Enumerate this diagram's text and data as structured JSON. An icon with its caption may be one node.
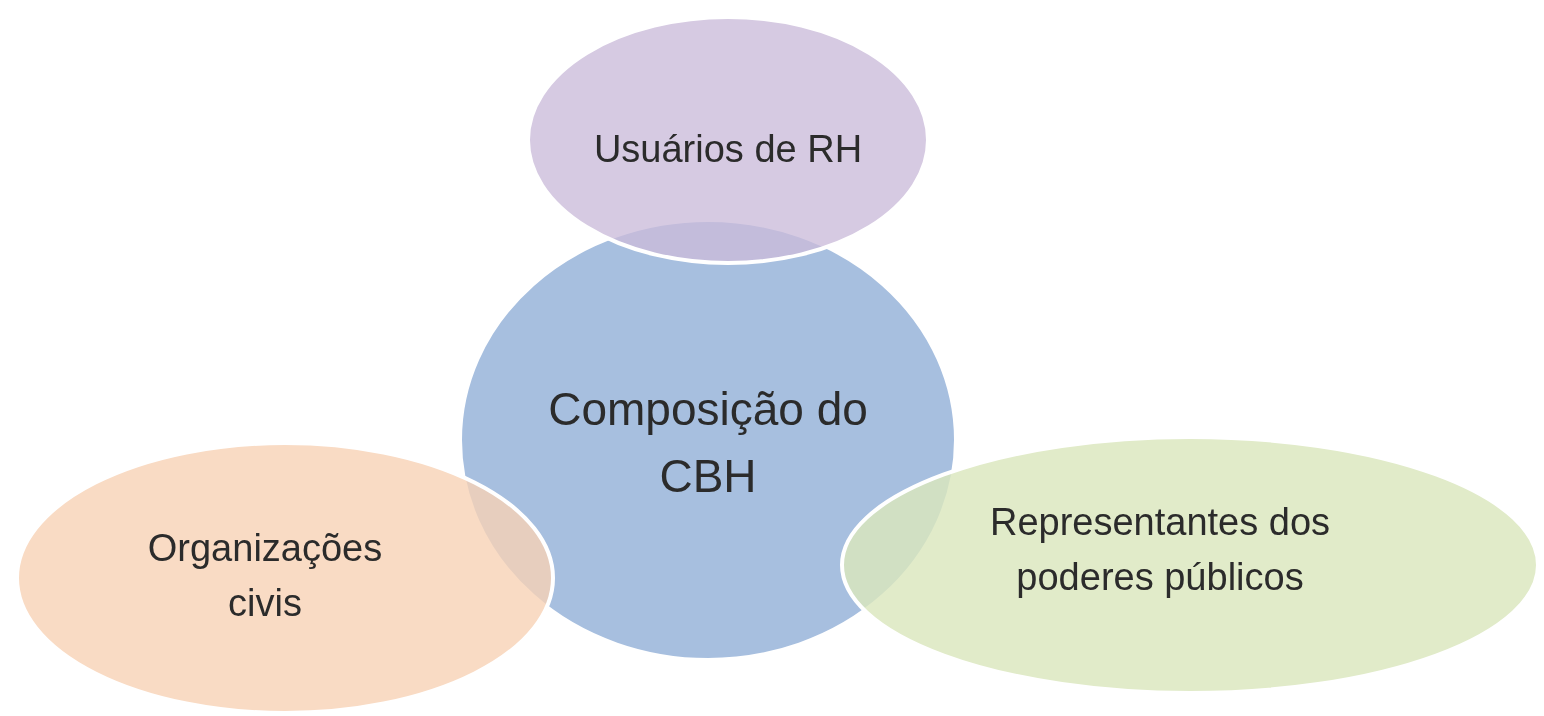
{
  "diagram": {
    "nodes": [
      {
        "text": [
          "Usuários de RH"
        ]
      },
      {
        "text": [
          "Composição do CBH"
        ]
      },
      {
        "text": [
          "Organizações civis"
        ]
      },
      {
        "text": [
          "Representantes dos poderes públicos"
        ]
      }
    ]
  }
}
